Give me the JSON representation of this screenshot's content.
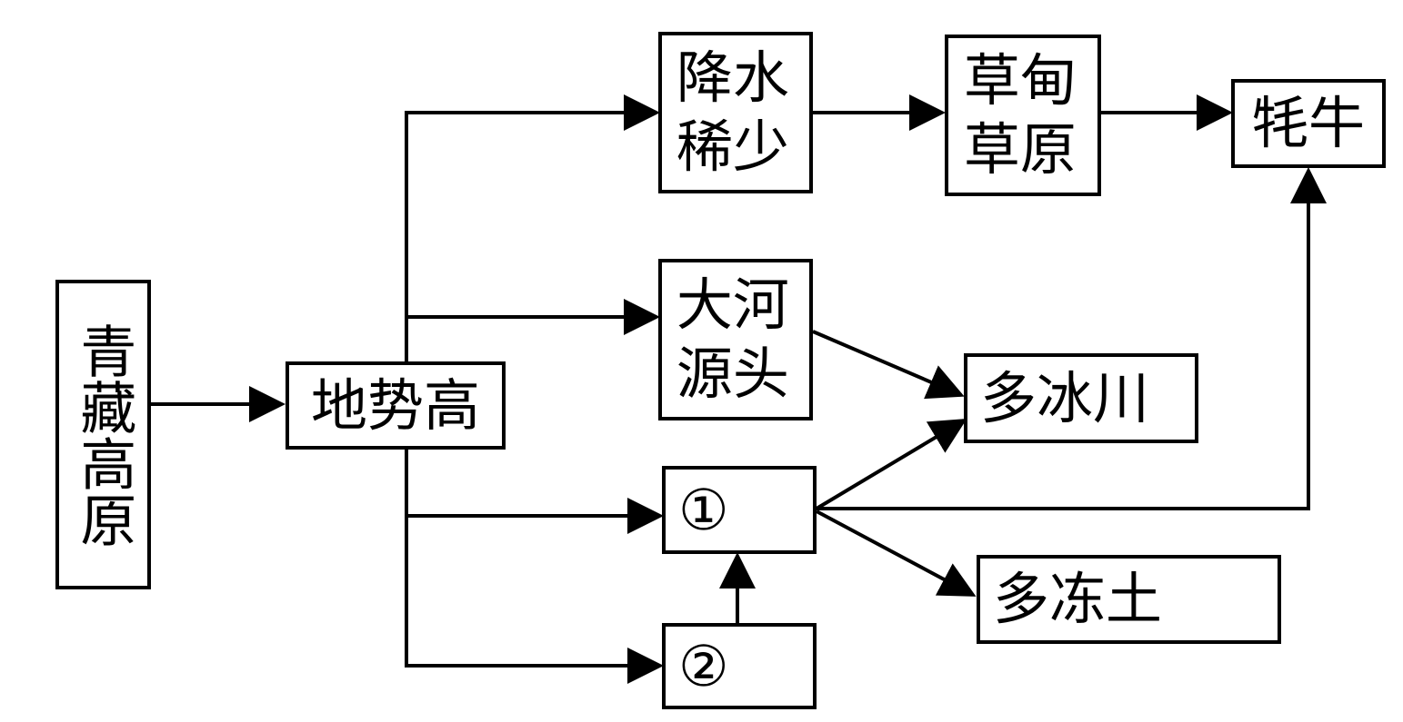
{
  "nodes": {
    "qinghai_tibet_plateau": "青藏高原",
    "high_terrain": "地势高",
    "little_rainfall": "降水稀少",
    "meadow_grassland": "草甸草原",
    "yak": "牦牛",
    "river_source": "大河源头",
    "many_glaciers": "多冰川",
    "unknown_1": "①",
    "unknown_2": "②",
    "much_frozen_soil": "多冻土"
  },
  "colors": {
    "line": "#000000",
    "box_border": "#000000",
    "background": "#ffffff"
  }
}
